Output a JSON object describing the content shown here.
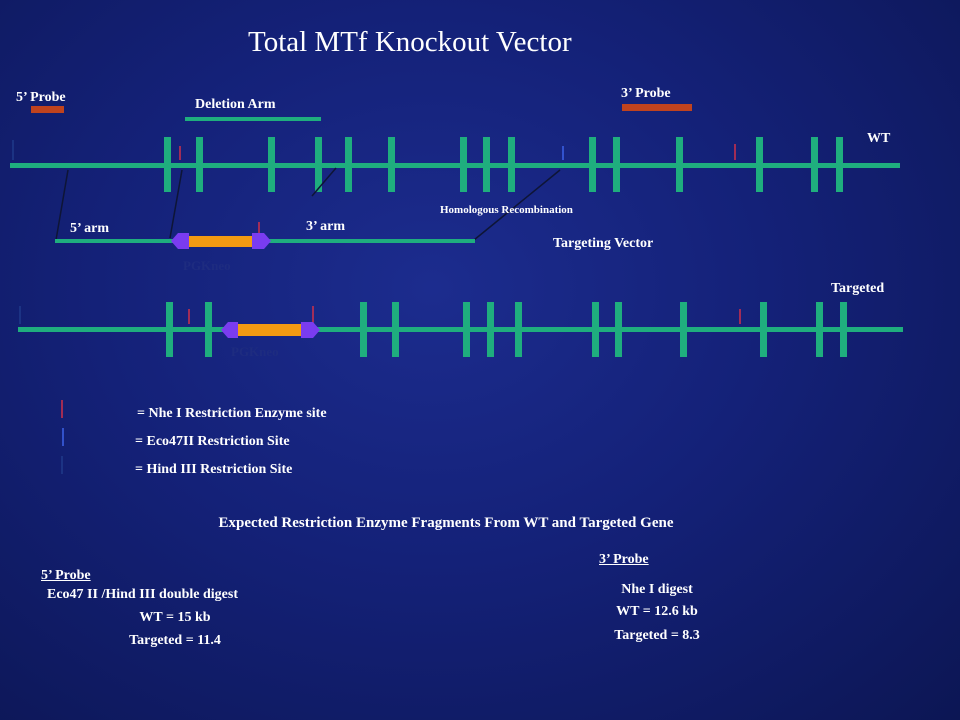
{
  "title": "Total MTf Knockout Vector",
  "probes": {
    "five_prime": "5’ Probe",
    "three_prime": "3’ Probe",
    "color": "#c0431e"
  },
  "deletion_arm": "Deletion Arm",
  "wt_label": "WT",
  "targeted_label": "Targeted",
  "homologous_recombination": "Homologous Recombination",
  "targeting_vector": {
    "label": "Targeting Vector",
    "five_arm": "5’ arm",
    "three_arm": "3’ arm",
    "cassette": "PGKneo"
  },
  "targeted_cassette": "PGKneo",
  "legend": {
    "nhe": "=  Nhe I Restriction Enzyme site",
    "eco": "= Eco47II Restriction Site",
    "hind": "= Hind III Restriction  Site"
  },
  "colors": {
    "gene": "#1fae7e",
    "cassette": "#f39a12",
    "cassette_end": "#7a3cf0",
    "nhe_site": "#d0304a",
    "eco_site": "#3c62e8",
    "hind_site": "#1f3a8a",
    "probe": "#c0431e"
  },
  "fragments": {
    "heading": "Expected Restriction Enzyme Fragments From WT and Targeted Gene",
    "five_prime": {
      "probe": "5’ Probe",
      "digest": "Eco47 II /Hind III double digest",
      "wt": "WT  =  15 kb",
      "targeted": "Targeted = 11.4"
    },
    "three_prime": {
      "probe": "3’ Probe",
      "digest": "Nhe I digest",
      "wt": "WT = 12.6 kb",
      "targeted": "Targeted  = 8.3"
    }
  }
}
